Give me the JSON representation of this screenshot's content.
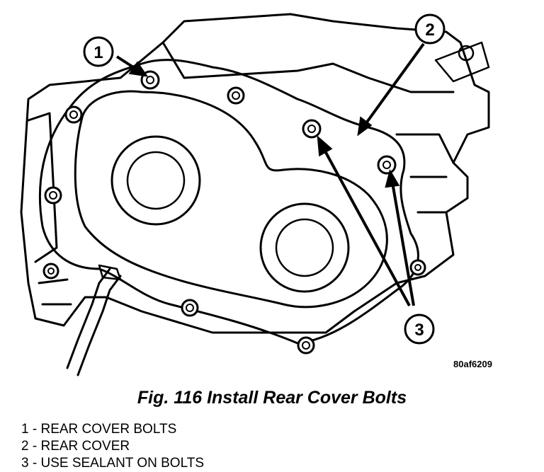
{
  "figure": {
    "callouts": [
      {
        "number": "1"
      },
      {
        "number": "2"
      },
      {
        "number": "3"
      }
    ],
    "drawing_code": "80af6209"
  },
  "caption": "Fig. 116 Install Rear Cover Bolts",
  "legend": [
    {
      "number": "1",
      "text": "REAR COVER BOLTS"
    },
    {
      "number": "2",
      "text": "REAR COVER"
    },
    {
      "number": "3",
      "text": "USE SEALANT ON BOLTS"
    }
  ]
}
